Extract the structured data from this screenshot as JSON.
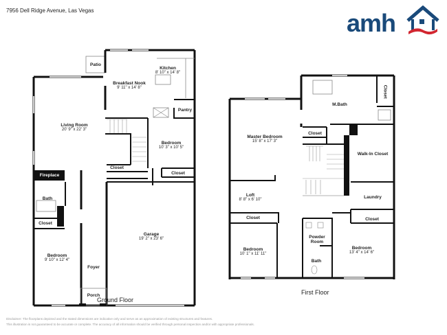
{
  "header": {
    "address": "7956 Dell Ridge Avenue, Las Vegas",
    "logo": {
      "text": "amh",
      "icon": "house-roof-icon",
      "brand_color": "#1a4a7a",
      "accent_color": "#d22630"
    }
  },
  "ground_floor": {
    "title": "Ground Floor",
    "rooms": [
      {
        "name": "Patio",
        "dims": ""
      },
      {
        "name": "Kitchen",
        "dims": "8' 10\" x 14' 8\""
      },
      {
        "name": "Breakfast Nook",
        "dims": "9' 11\" x 14' 8\""
      },
      {
        "name": "Pantry",
        "dims": ""
      },
      {
        "name": "Living Room",
        "dims": "20' 9\" x 22' 3\""
      },
      {
        "name": "Bedroom",
        "dims": "10' 3\" x 10' 5\""
      },
      {
        "name": "Closet",
        "dims": ""
      },
      {
        "name": "Closet",
        "dims": ""
      },
      {
        "name": "Fireplace",
        "dims": ""
      },
      {
        "name": "Bath",
        "dims": ""
      },
      {
        "name": "Closet",
        "dims": ""
      },
      {
        "name": "Garage",
        "dims": "19' 2\" x 23' 6\""
      },
      {
        "name": "Bedroom",
        "dims": "9' 10\" x 12' 4\""
      },
      {
        "name": "Foyer",
        "dims": ""
      },
      {
        "name": "Porch",
        "dims": ""
      }
    ]
  },
  "first_floor": {
    "title": "First Floor",
    "rooms": [
      {
        "name": "M.Bath",
        "dims": ""
      },
      {
        "name": "Closet",
        "dims": ""
      },
      {
        "name": "Master Bedroom",
        "dims": "15' 8\" x 17' 3\""
      },
      {
        "name": "Closet",
        "dims": ""
      },
      {
        "name": "Walk-In Closet",
        "dims": ""
      },
      {
        "name": "Loft",
        "dims": "8' 8\" x 6' 10\""
      },
      {
        "name": "Laundry",
        "dims": ""
      },
      {
        "name": "Closet",
        "dims": ""
      },
      {
        "name": "Closet",
        "dims": ""
      },
      {
        "name": "Powder Room",
        "dims": ""
      },
      {
        "name": "Bedroom",
        "dims": "10' 1\" x 11' 11\""
      },
      {
        "name": "Bedroom",
        "dims": "13' 4\" x 14' 6\""
      },
      {
        "name": "Bath",
        "dims": ""
      }
    ]
  },
  "disclaimer": {
    "line1": "Disclaimer: The floorplans depicted and the stated dimensions are indicative only and serve as an approximation of existing structures and features.",
    "line2": "This illustration is not guaranteed to be accurate or complete. The accuracy of all information should be verified through personal inspection and/or with appropriate professionals."
  }
}
